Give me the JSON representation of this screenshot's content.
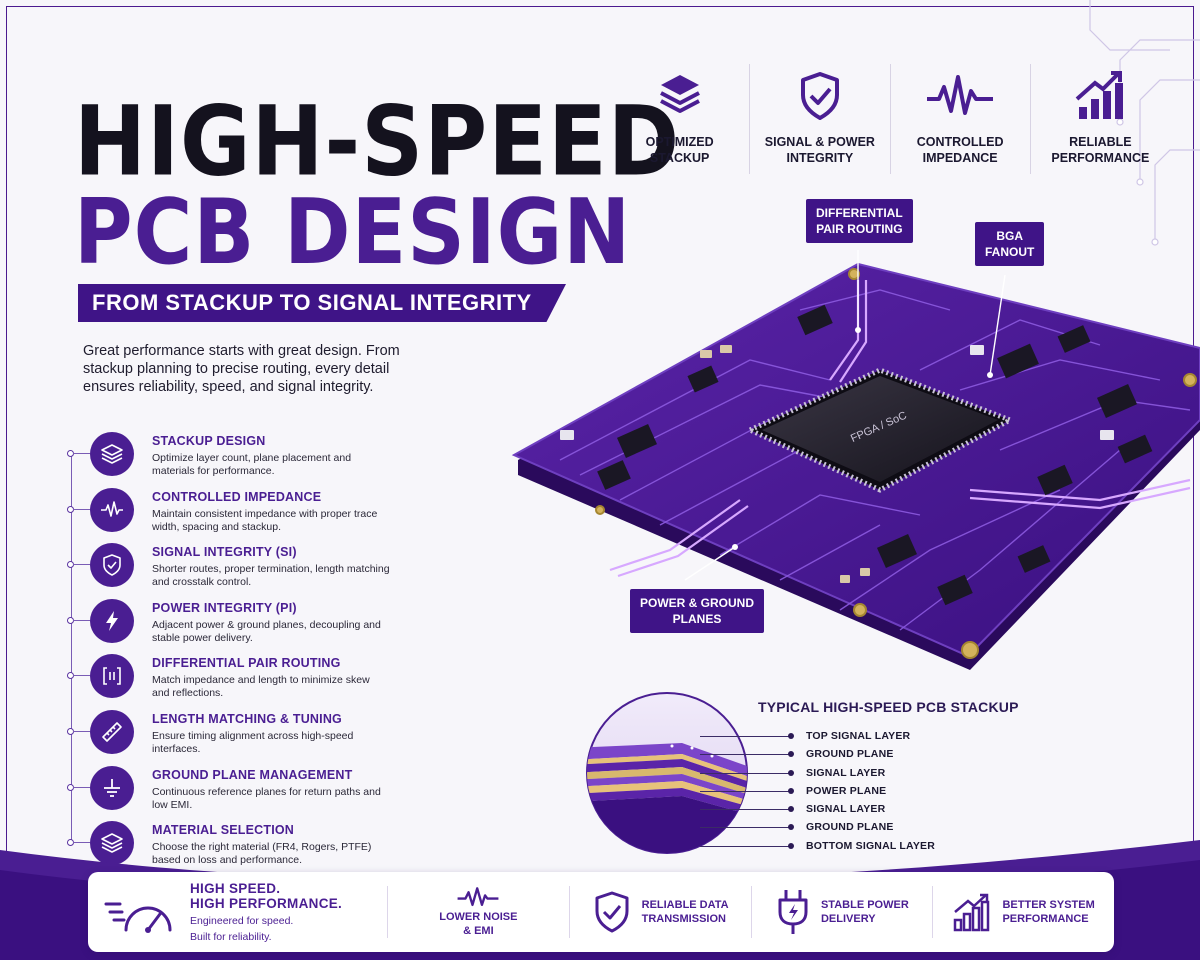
{
  "title": {
    "line1": "HIGH-SPEED",
    "line2": "PCB DESIGN",
    "subtitle": "FROM STACKUP TO SIGNAL INTEGRITY"
  },
  "intro": "Great performance starts with great design. From stackup planning to precise routing, every detail ensures reliability, speed, and signal integrity.",
  "features": [
    {
      "icon": "layers-icon",
      "title": "STACKUP DESIGN",
      "desc": "Optimize layer count, plane placement and materials for performance."
    },
    {
      "icon": "waveform-icon",
      "title": "CONTROLLED IMPEDANCE",
      "desc": "Maintain consistent impedance with proper trace width, spacing and stackup."
    },
    {
      "icon": "shield-check-icon",
      "title": "SIGNAL INTEGRITY (SI)",
      "desc": "Shorter routes, proper termination, length matching and crosstalk control."
    },
    {
      "icon": "lightning-icon",
      "title": "POWER INTEGRITY (PI)",
      "desc": "Adjacent power & ground planes, decoupling and stable power delivery."
    },
    {
      "icon": "differential-pair-icon",
      "title": "DIFFERENTIAL PAIR ROUTING",
      "desc": "Match impedance and length to minimize skew and reflections."
    },
    {
      "icon": "ruler-icon",
      "title": "LENGTH MATCHING & TUNING",
      "desc": "Ensure timing alignment across high-speed interfaces."
    },
    {
      "icon": "ground-icon",
      "title": "GROUND PLANE MANAGEMENT",
      "desc": "Continuous reference planes for return paths and low EMI."
    },
    {
      "icon": "stack-icon",
      "title": "MATERIAL SELECTION",
      "desc": "Choose the right material (FR4, Rogers, PTFE) based on loss and performance."
    }
  ],
  "badges": [
    {
      "icon": "layers-icon",
      "label": "OPTIMIZED\nSTACKUP"
    },
    {
      "icon": "shield-check-icon",
      "label": "SIGNAL & POWER\nINTEGRITY"
    },
    {
      "icon": "waveform-icon",
      "label": "CONTROLLED\nIMPEDANCE"
    },
    {
      "icon": "growth-chart-icon",
      "label": "RELIABLE\nPERFORMANCE"
    }
  ],
  "pcb": {
    "chip_label": "FPGA / SoC",
    "callouts": {
      "diff_pair": "DIFFERENTIAL\nPAIR ROUTING",
      "bga": "BGA\nFANOUT",
      "power_ground": "POWER & GROUND\nPLANES"
    }
  },
  "stackup": {
    "title": "TYPICAL HIGH-SPEED PCB STACKUP",
    "layers": [
      "TOP SIGNAL LAYER",
      "GROUND PLANE",
      "SIGNAL LAYER",
      "POWER PLANE",
      "SIGNAL LAYER",
      "GROUND PLANE",
      "BOTTOM SIGNAL LAYER"
    ]
  },
  "bottom": {
    "main_title": "HIGH SPEED.\nHIGH PERFORMANCE.",
    "main_title_1": "HIGH SPEED.",
    "main_title_2": "HIGH PERFORMANCE.",
    "main_desc_1": "Engineered for speed.",
    "main_desc_2": "Built for reliability.",
    "items": [
      {
        "icon": "waveform-icon",
        "label": "LOWER NOISE\n& EMI"
      },
      {
        "icon": "shield-check-icon",
        "label": "RELIABLE DATA\nTRANSMISSION"
      },
      {
        "icon": "power-plug-icon",
        "label": "STABLE POWER\nDELIVERY"
      },
      {
        "icon": "growth-chart-icon",
        "label": "BETTER SYSTEM\nPERFORMANCE"
      }
    ]
  },
  "colors": {
    "primary": "#4a1e92",
    "dark": "#14121e",
    "board": "#4b1a8f",
    "accent": "#b47cff"
  }
}
